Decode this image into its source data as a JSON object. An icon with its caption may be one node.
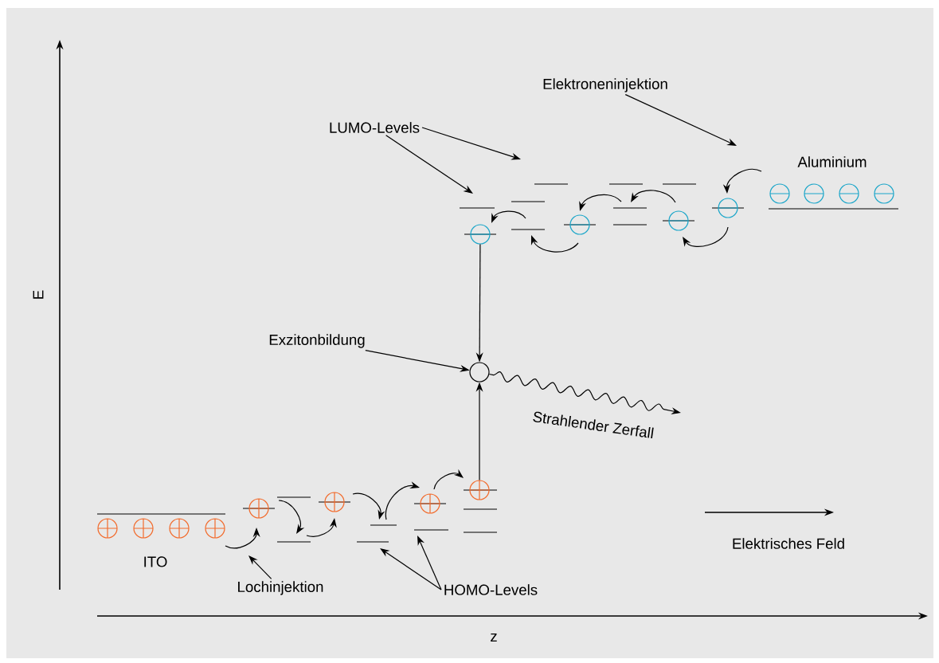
{
  "diagram": {
    "nodes": [
      {
        "text": [
          "LUMO-Levels"
        ]
      },
      {
        "text": [
          "Elektroneninjektion"
        ]
      },
      {
        "text": [
          "Exzitonbildung"
        ]
      },
      {
        "text": [
          "Lochinjektion"
        ]
      },
      {
        "text": [
          "HOMO-Levels"
        ]
      },
      {
        "text": [],
        "shape": "circle"
      },
      {
        "text": [],
        "shape": "circle"
      },
      {
        "text": [],
        "shape": "circle"
      }
    ],
    "edges": [
      {
        "from": 0,
        "to": null,
        "arrow": "to"
      },
      {
        "from": 0,
        "to": null,
        "arrow": "to"
      },
      {
        "from": 1,
        "to": null,
        "arrow": "to"
      },
      {
        "from": 2,
        "to": 6,
        "arrow": "to"
      },
      {
        "from": 3,
        "to": null,
        "arrow": "to"
      },
      {
        "from": 4,
        "to": null,
        "arrow": "to"
      },
      {
        "from": 4,
        "to": null,
        "arrow": "to"
      },
      {
        "from": 5,
        "to": 6,
        "arrow": "to"
      },
      {
        "from": 7,
        "to": 6,
        "arrow": "to"
      },
      {
        "from": 6,
        "to": null,
        "arrow": "to"
      }
    ],
    "labels": [
      "E",
      "z",
      "Aluminium",
      "ITO",
      "Strahlender Zerfall",
      "Elektrisches Feld"
    ]
  }
}
